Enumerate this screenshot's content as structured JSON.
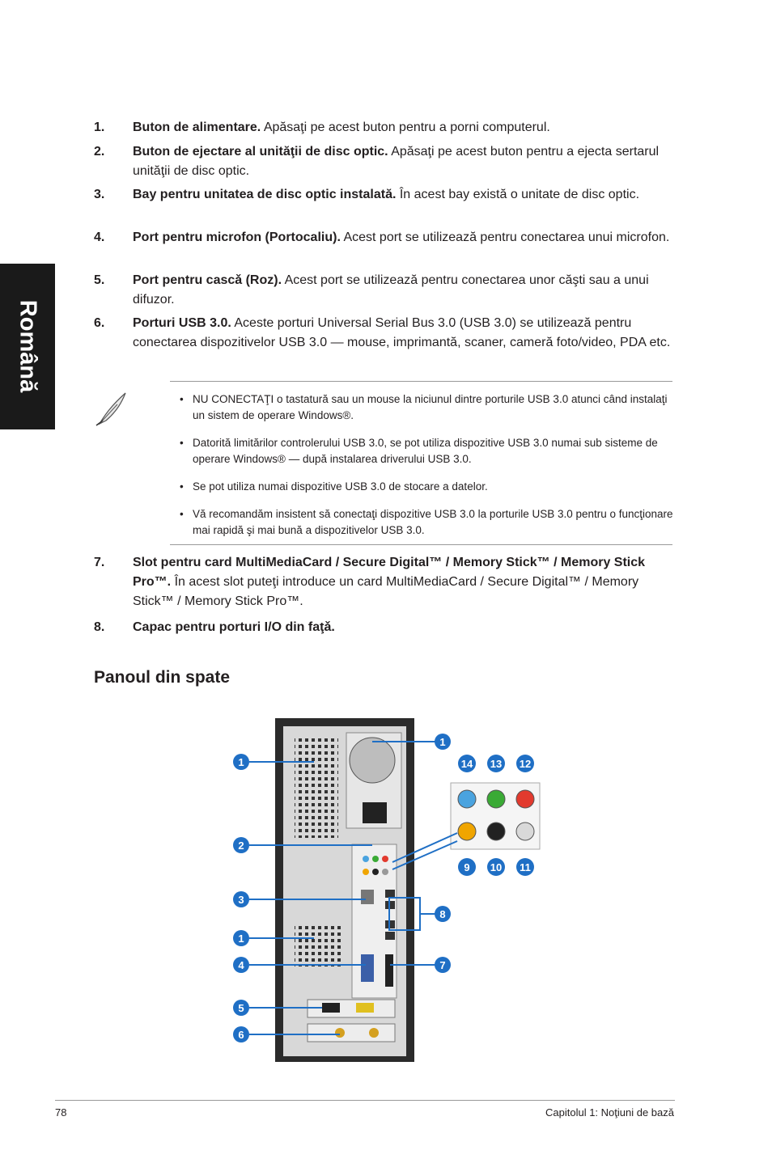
{
  "side_tab": "Română",
  "items_top": [
    {
      "num": "1.",
      "bold": "Buton de alimentare.",
      "text": " Apăsaţi pe acest buton pentru a porni computerul."
    },
    {
      "num": "2.",
      "bold": "Buton de ejectare al unităţii de disc optic.",
      "text": " Apăsaţi pe acest buton pentru a ejecta sertarul unităţii de disc optic."
    },
    {
      "num": "3.",
      "bold": "Bay pentru unitatea de disc optic instalată.",
      "text": " În acest bay există o unitate de disc optic."
    },
    {
      "num": "4.",
      "bold": "Port pentru microfon (Portocaliu).",
      "text": " Acest port se utilizează pentru conectarea unui microfon."
    },
    {
      "num": "5.",
      "bold": "Port pentru cascǎ (Roz).",
      "text": " Acest port se utilizează pentru conectarea unor căşti sau a unui difuzor."
    },
    {
      "num": "6.",
      "bold": "Porturi USB 3.0.",
      "text": " Aceste porturi Universal Serial Bus 3.0 (USB 3.0) se utilizează pentru conectarea dispozitivelor USB 3.0 — mouse, imprimantă, scaner, cameră foto/video, PDA etc."
    }
  ],
  "notes": [
    "NU CONECTAŢI o tastatură sau un mouse la niciunul dintre porturile USB 3.0 atunci când instalaţi un sistem de operare Windows®.",
    "Datorită limitărilor controlerului USB 3.0, se pot utiliza dispozitive USB 3.0 numai sub sisteme de operare Windows® — după instalarea driverului USB 3.0.",
    "Se pot utiliza numai dispozitive USB 3.0 de stocare a datelor.",
    "Vă recomandăm insistent să conectaţi dispozitive USB 3.0 la porturile USB 3.0 pentru o funcţionare mai rapidă şi mai bună a dispozitivelor USB 3.0."
  ],
  "item7": {
    "num": "7.",
    "lead": "Slot pentru card ",
    "bold": "MultiMediaCard / Secure Digital™ / Memory Stick™ / Memory Stick Pro™.",
    "text": " În acest slot puteţi introduce un card MultiMediaCard / Secure Digital™ / Memory Stick™ / Memory Stick Pro™."
  },
  "item8": {
    "num": "8.",
    "bold": "Capac pentru porturi I/O din faţǎ."
  },
  "section_title": "Panoul din spate",
  "callouts": {
    "c1a": "1",
    "c1b": "1",
    "c1c": "1",
    "c2": "2",
    "c3": "3",
    "c4": "4",
    "c5": "5",
    "c6": "6",
    "c7": "7",
    "c8": "8",
    "c9": "9",
    "c10": "10",
    "c11": "11",
    "c12": "12",
    "c13": "13",
    "c14": "14"
  },
  "colors": {
    "callout": "#1f6fc5",
    "jack_blue": "#4aa3df",
    "jack_green": "#3aaa35",
    "jack_red": "#e23a2e",
    "jack_orange": "#f0a500",
    "jack_black": "#222222",
    "jack_gray": "#d9d9d9"
  },
  "footer": {
    "page": "78",
    "chapter": "Capitolul 1: Noţiuni de bază"
  }
}
